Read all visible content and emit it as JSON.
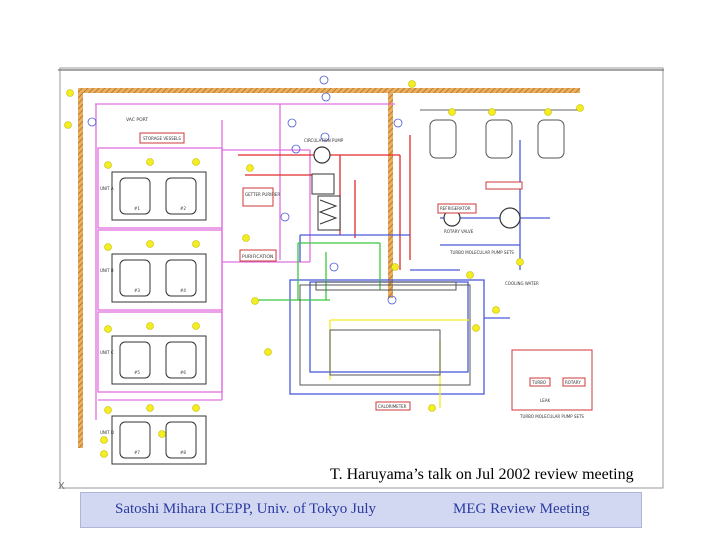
{
  "caption": "T. Haruyama’s talk on Jul 2002 review meeting",
  "footer": {
    "left": "Satoshi Mihara ICEPP, Univ. of Tokyo July",
    "right": "MEG Review Meeting"
  },
  "diagram": {
    "labels": {
      "vac_port": "VAC PORT",
      "storage_vessels": "STORAGE VESSELS",
      "circulation_pump": "CIRCULATION PUMP",
      "getter_purifier": "GETTER PURIFIER",
      "purification": "PURIFICATION",
      "refrigerator": "REFRIGERATOR",
      "rotary_valve": "ROTARY VALVE",
      "turbo_molecular_pump_sets": "TURBO MOLECULAR PUMP SETS",
      "cooling_water": "COOLING WATER",
      "calorimeter": "CALORIMETER",
      "turbo_molecular_pump_sets_2": "TURBO MOLECULAR PUMP SETS",
      "leak": "LEAK",
      "unit_a": "UNIT A",
      "unit_b": "UNIT B",
      "unit_c": "UNIT C",
      "unit_d": "UNIT D",
      "vessels": [
        "#1",
        "#2",
        "#3",
        "#4",
        "#5",
        "#6",
        "#7",
        "#8"
      ],
      "turbo": "TURBO",
      "rotary": "ROTARY"
    },
    "colors": {
      "ochre": "#d29a3a",
      "pink": "#e070e0",
      "red": "#e02a2a",
      "blue": "#4a5ad8",
      "green": "#3ac840",
      "yellow": "#f2ee20",
      "maroon": "#8a2a2a"
    }
  }
}
